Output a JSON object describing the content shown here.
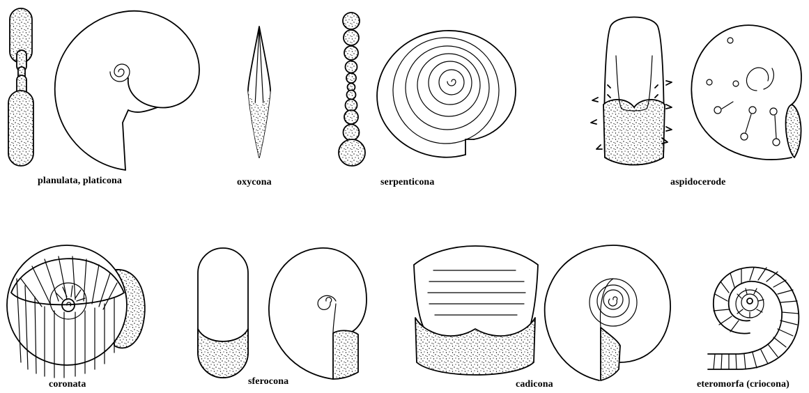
{
  "labels": {
    "planulata": "planulata, platicona",
    "oxycona": "oxycona",
    "serpenticona": "serpenticona",
    "aspidocerode": "aspidocerode",
    "coronata": "coronata",
    "sferocona": "sferocona",
    "cadicona": "cadicona",
    "eteromorfa": "eteromorfa (criocona)"
  }
}
